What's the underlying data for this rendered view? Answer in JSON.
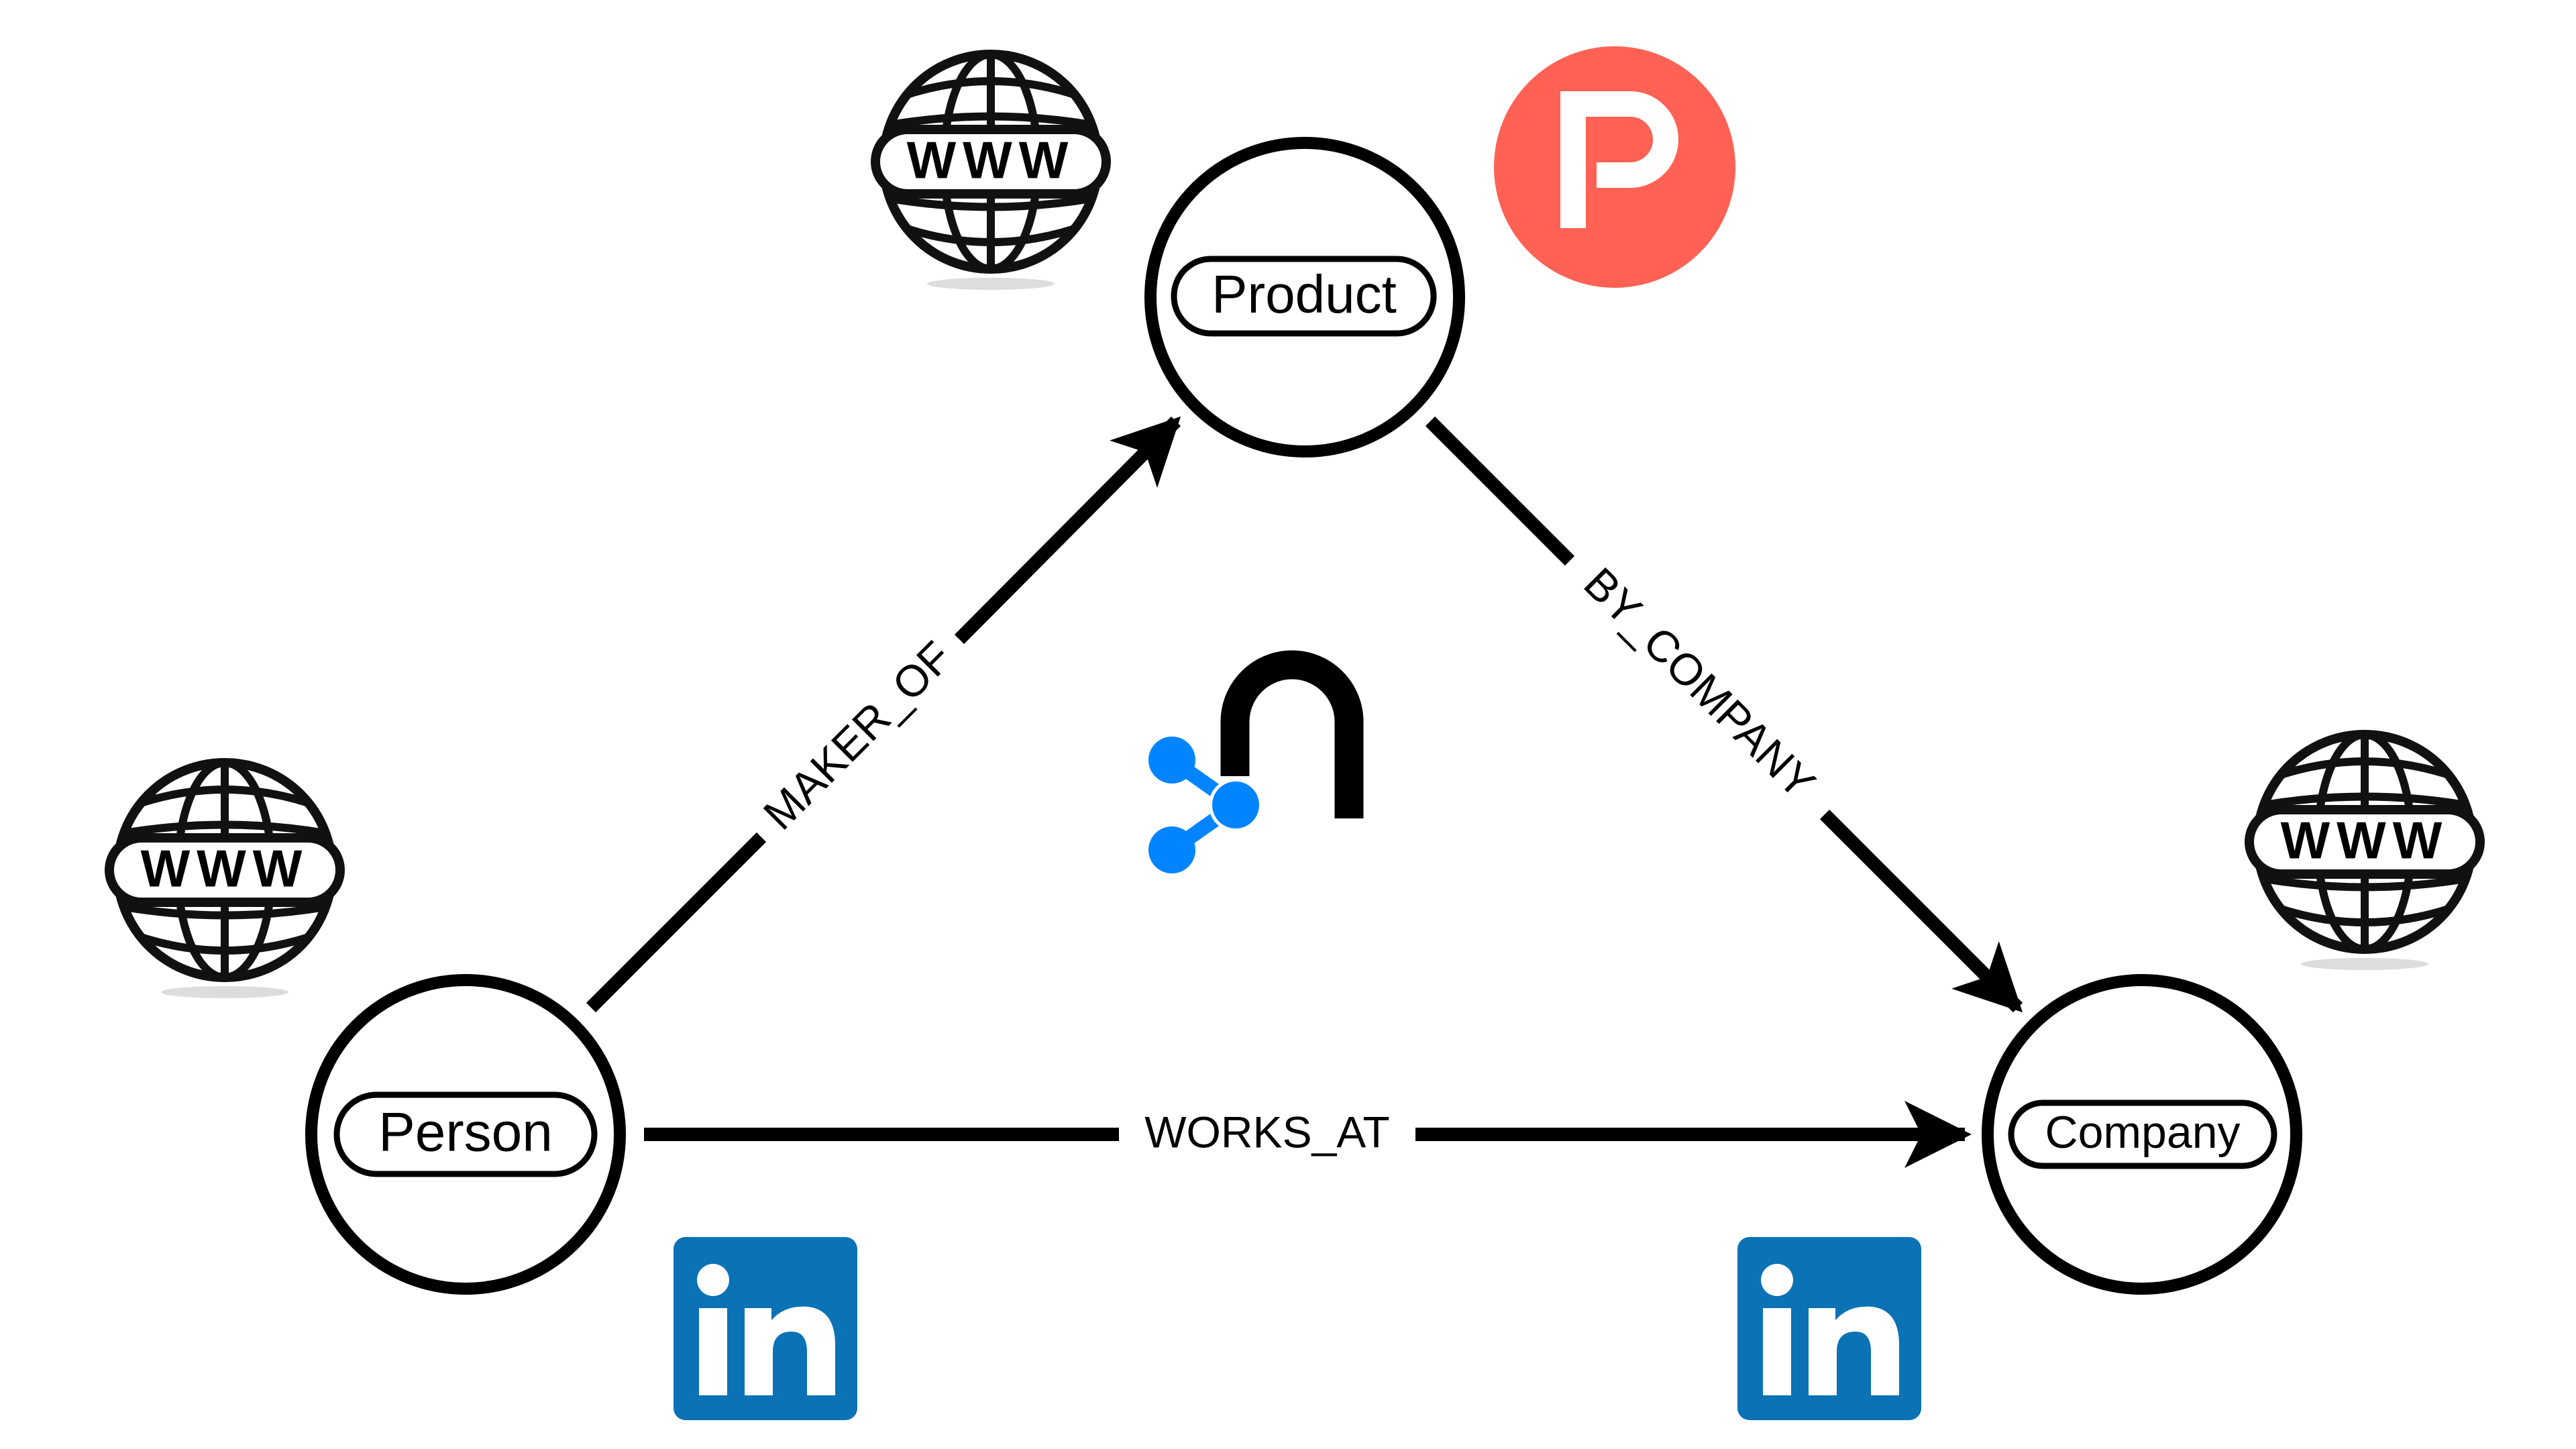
{
  "nodes": {
    "product": {
      "label": "Product"
    },
    "person": {
      "label": "Person"
    },
    "company": {
      "label": "Company"
    }
  },
  "edges": {
    "maker_of": {
      "label": "MAKER_OF",
      "from": "Person",
      "to": "Product"
    },
    "by_company": {
      "label": "BY_COMPANY",
      "from": "Product",
      "to": "Company"
    },
    "works_at": {
      "label": "WORKS_AT",
      "from": "Person",
      "to": "Company"
    }
  },
  "icons": {
    "www_text": "WWW",
    "product_hunt_letter": "P",
    "linkedin_text": "in"
  },
  "colors": {
    "product_hunt": "#FF6154",
    "linkedin": "#0A72B5",
    "logo_blue": "#0084FF"
  }
}
